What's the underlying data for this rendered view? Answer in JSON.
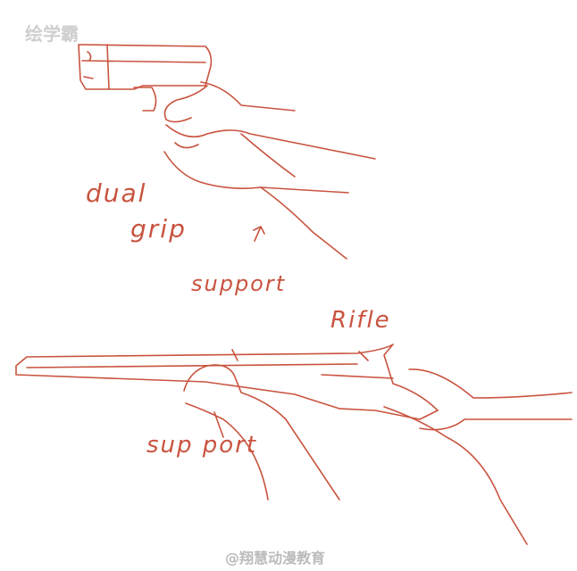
{
  "labels": {
    "dual_grip_line1": "dual",
    "dual_grip_line2": "grip",
    "support_top": "support",
    "rifle": "Rifle",
    "support_bottom": "sup port"
  },
  "watermarks": {
    "top_left": "绘学霸",
    "bottom": "@翔慧动漫教育"
  },
  "colors": {
    "ink": "#c9533f"
  }
}
